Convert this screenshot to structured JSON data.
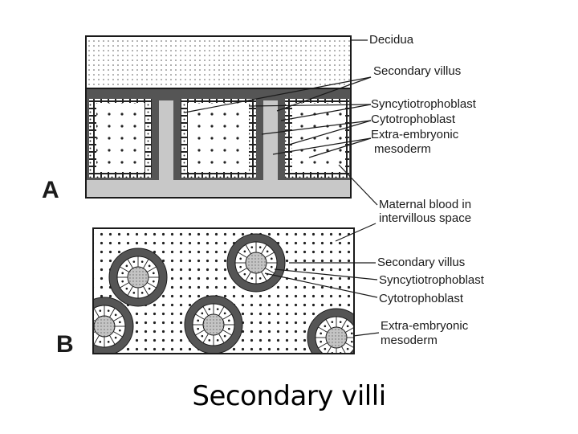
{
  "panel_a": {
    "letter": "A",
    "labels": {
      "decidua": "Decidua",
      "secondary_villus": "Secondary villus",
      "syncytiotrophoblast": "Syncytiotrophoblast",
      "cytotrophoblast": "Cytotrophoblast",
      "extra_embryonic_1": "Extra-embryonic",
      "extra_embryonic_2": "mesoderm",
      "maternal_blood_1": "Maternal blood in",
      "maternal_blood_2": "intervillous space"
    }
  },
  "panel_b": {
    "letter": "B",
    "labels": {
      "secondary_villus": "Secondary villus",
      "syncytiotrophoblast": "Syncytiotrophoblast",
      "cytotrophoblast": "Cytotrophoblast",
      "extra_embryonic_1": "Extra-embryonic",
      "extra_embryonic_2": "mesoderm"
    }
  },
  "caption": "Secondary villi",
  "colors": {
    "ink": "#1a1a1a",
    "syncytio": "#5a5a5a",
    "maternal_blood_shade": "#c8c8c8",
    "core_fill": "#b8b8b8",
    "paper": "#ffffff"
  }
}
